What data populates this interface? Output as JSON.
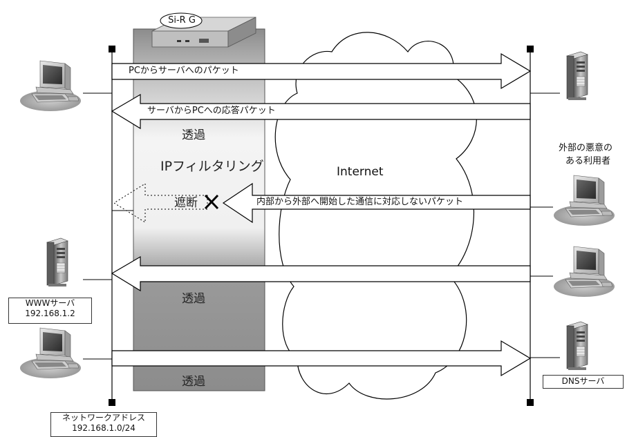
{
  "device": {
    "name": "Si-R G"
  },
  "zones": {
    "pass_1": "透過",
    "filter": "IPフィルタリング",
    "block": "遮断",
    "pass_2": "透過",
    "pass_3": "透過"
  },
  "internet_label": "Internet",
  "arrows": {
    "pc_to_server": "PCからサーバへのパケット",
    "server_to_pc": "サーバからPCへの応答パケット",
    "blocked_packet": "内部から外部へ開始した通信に対応しないパケット"
  },
  "nodes": {
    "malicious_user_line1": "外部の悪意の",
    "malicious_user_line2": "ある利用者",
    "www_server_name": "WWWサーバ",
    "www_server_ip": "192.168.1.2",
    "dns_server": "DNSサーバ",
    "network_label": "ネットワークアドレス",
    "network_address": "192.168.1.0/24"
  },
  "colors": {
    "router_zone_top": "#8c8c8c",
    "router_zone_mid": "#f2f2f2",
    "router_zone_bottom": "#8c8c8c",
    "line": "#000000"
  },
  "icons": [
    "router-icon",
    "pc-icon",
    "server-icon",
    "cloud-icon",
    "block-x-icon"
  ]
}
